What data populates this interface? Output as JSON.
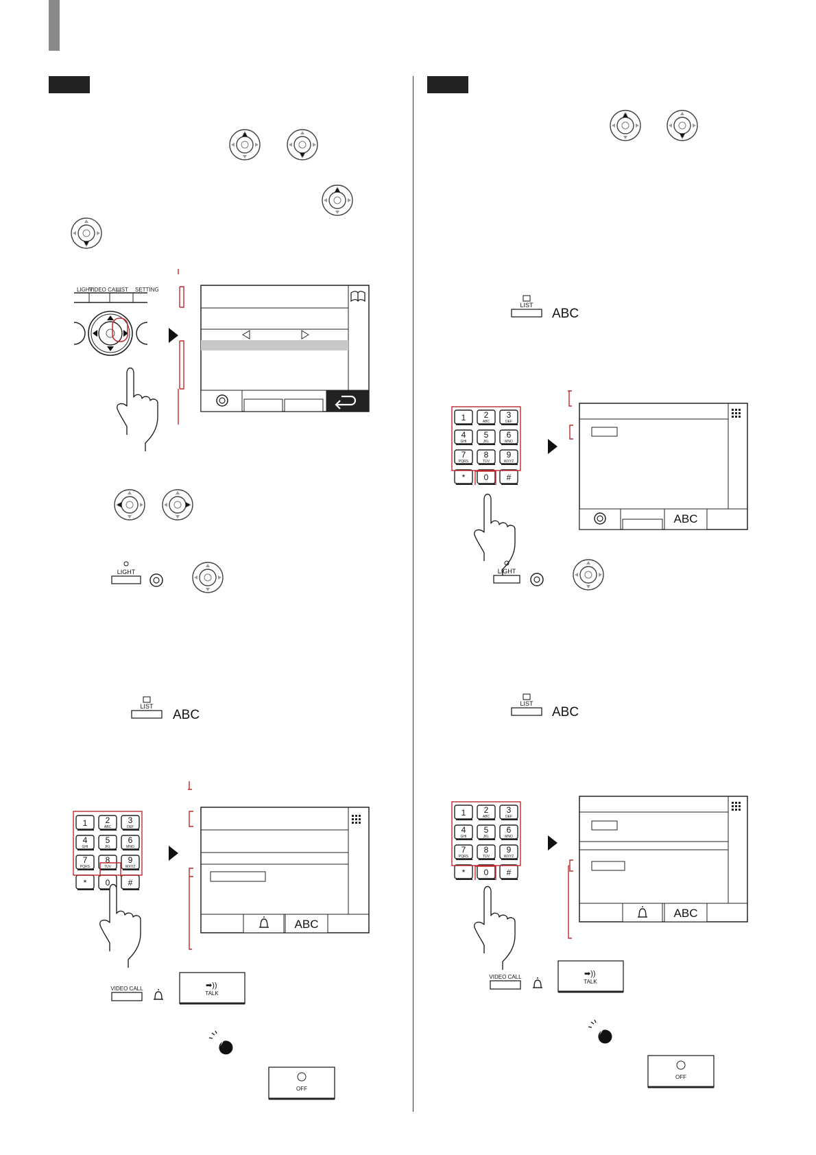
{
  "keypad": {
    "keys": [
      "1",
      "2",
      "3",
      "4",
      "5",
      "6",
      "7",
      "8",
      "9",
      "*",
      "0",
      "#"
    ],
    "subs": [
      "",
      "ABC",
      "DEF",
      "GHI",
      "JKL",
      "MNO",
      "PQRS",
      "TUV",
      "WXYZ",
      "",
      "",
      ""
    ]
  },
  "buttons": {
    "light_label": "LIGHT",
    "list_label": "LIST",
    "video_call_label": "VIDEO CALL",
    "setting_label": "SETTING",
    "talk_label": "TALK",
    "off_label": "OFF",
    "abc_label": "ABC"
  },
  "panel_top_labels": [
    "LIGHT",
    "VIDEO CALL",
    "LIST",
    "SETTING"
  ],
  "colors": {
    "accent_red": "#c0282d",
    "header_bar": "#222222",
    "side_bar": "#8a8a8a",
    "highlight_row": "#c8c8c8"
  }
}
